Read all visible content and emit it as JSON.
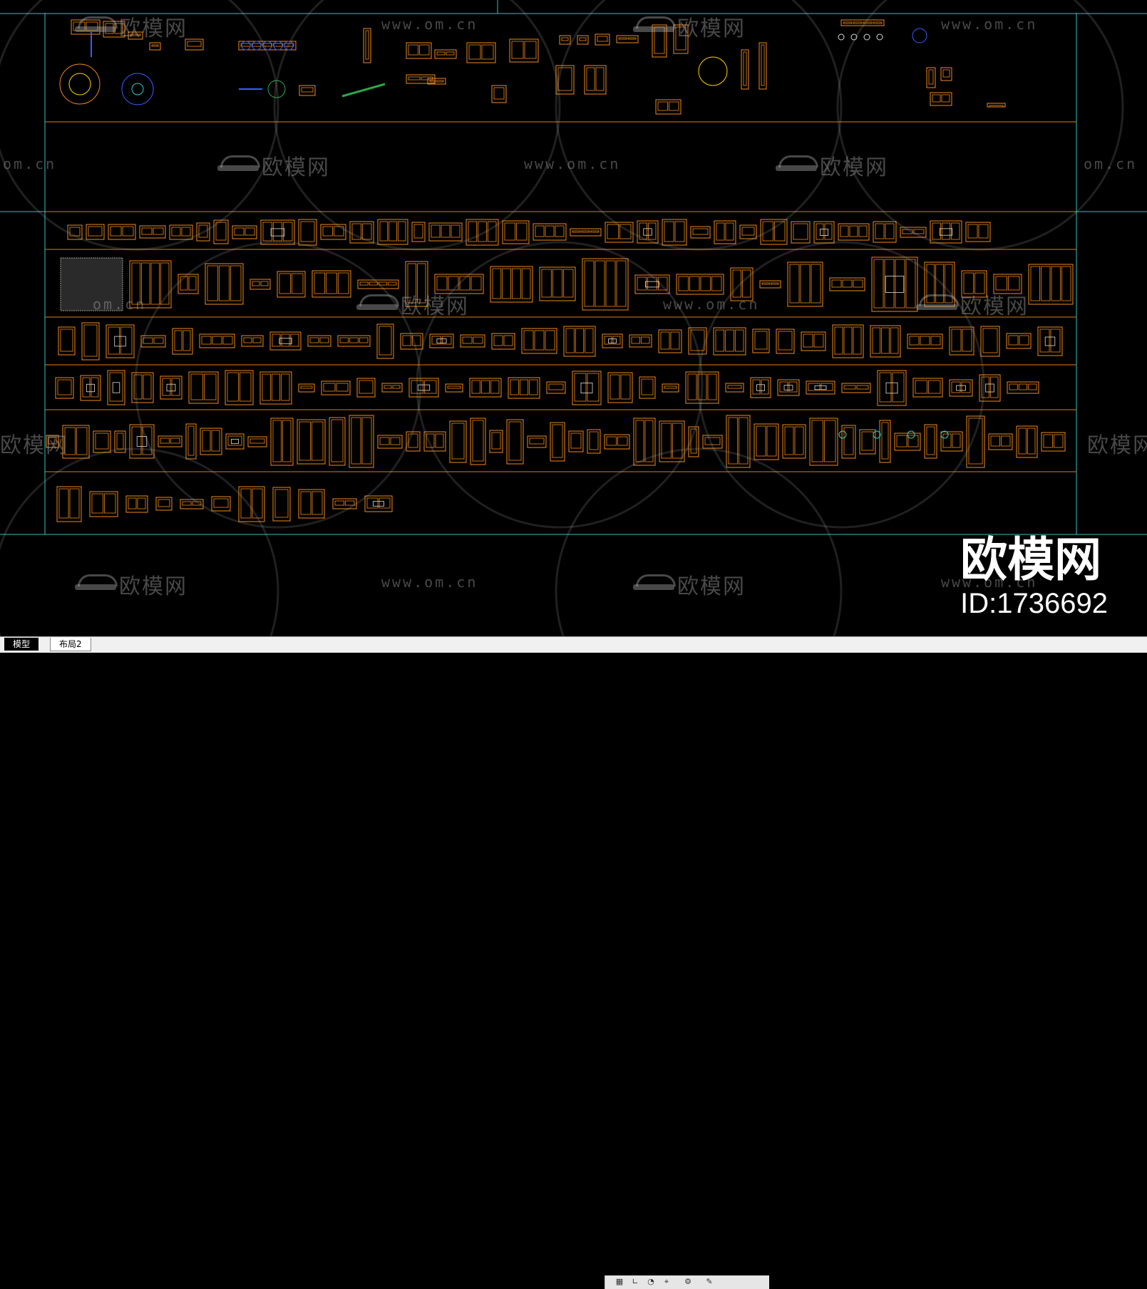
{
  "watermark": {
    "brand_cn": "欧模网",
    "url": "www.om.cn",
    "url_partial": "om.cn"
  },
  "overlay_brand": {
    "name": "欧模网",
    "id_label": "ID:1736692"
  },
  "layout_tabs": [
    {
      "label": "模型",
      "active": true
    },
    {
      "label": "布局2",
      "active": false
    }
  ],
  "status_icons": [
    "grid-snap-icon",
    "ortho-icon",
    "polar-icon",
    "osnap-icon",
    "workspace-icon",
    "annotation-icon"
  ],
  "colors": {
    "background": "#000000",
    "frame_cyan": "#2ec4c4",
    "divider_orange": "#e07a10",
    "block_orange": "#f08a1a",
    "block_white": "#dcdcdc",
    "block_yellow": "#ffd400",
    "block_blue": "#3a5cff",
    "block_green": "#2aa84a",
    "block_cyan": "#33cccc"
  }
}
